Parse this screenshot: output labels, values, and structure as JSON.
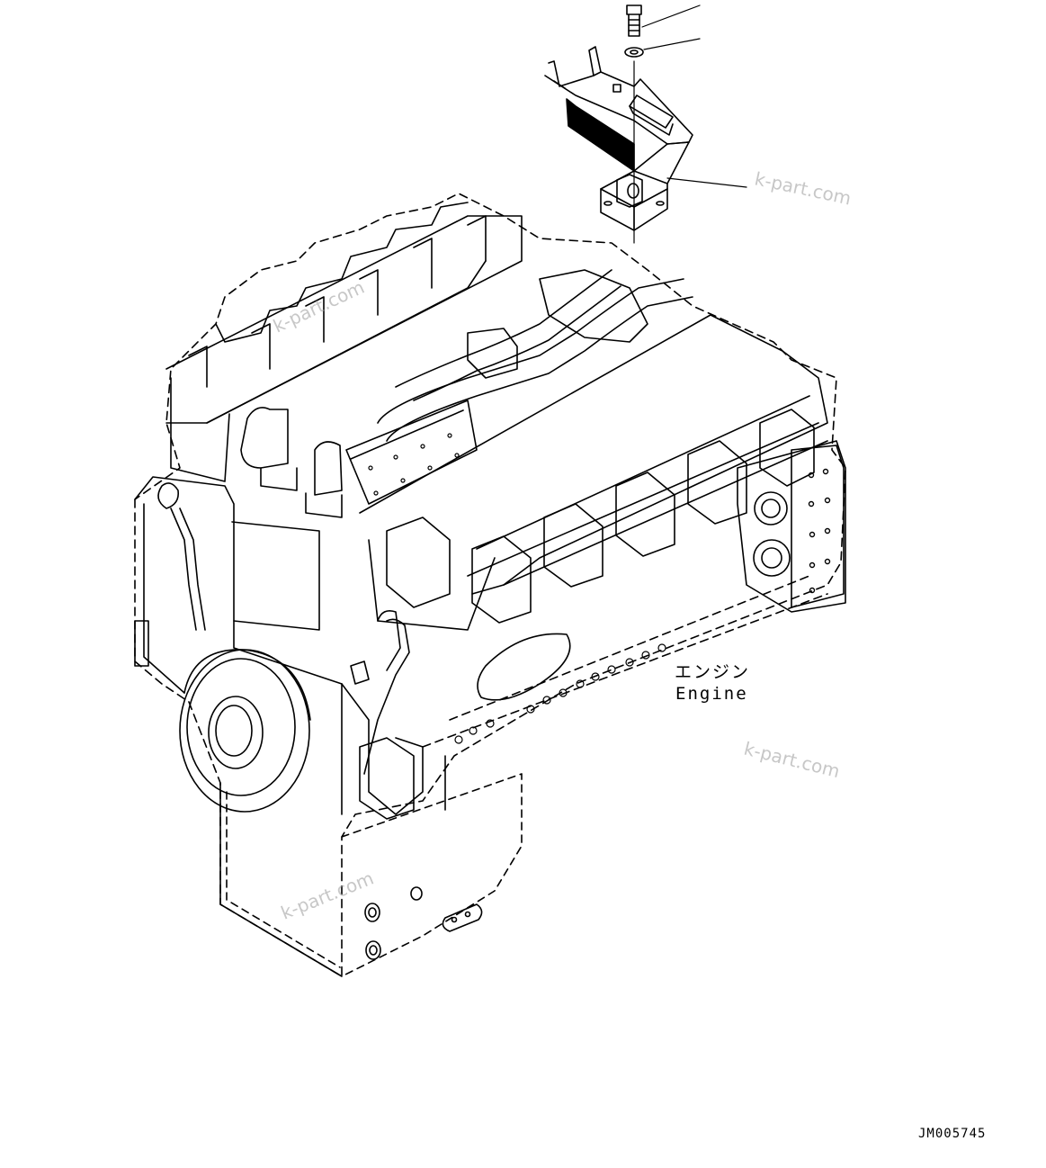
{
  "labels": {
    "engine_jp": "エンジン",
    "engine_en": "Engine",
    "drawing_code": "JM005745"
  },
  "watermarks": [
    "k-part.com",
    "k-part.com",
    "k-part.com",
    "k-part.com"
  ],
  "colors": {
    "line": "#000000",
    "background": "#ffffff",
    "watermark": "#9a9a9a"
  }
}
